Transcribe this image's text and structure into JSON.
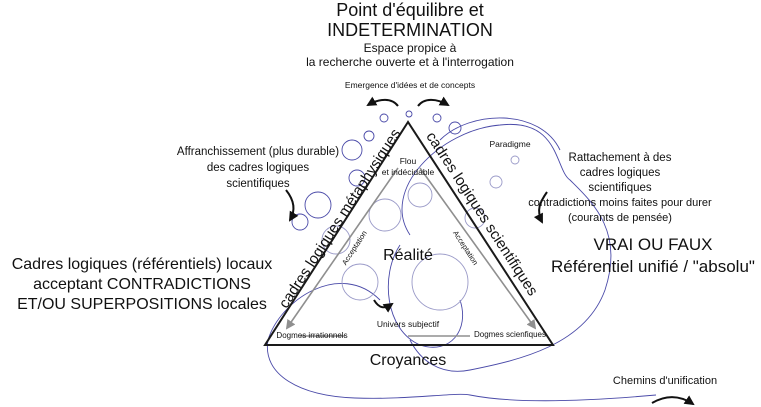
{
  "top_block": {
    "title_line1": "Point d'équilibre et",
    "title_line2": "INDETERMINATION",
    "subtitle_line1": "Espace propice à",
    "subtitle_line2": "la recherche ouverte et à l'interrogation"
  },
  "emergence_label": "Emergence d'idées et de concepts",
  "left_small": {
    "line1": "Affranchissement (plus durable)",
    "line2": "des cadres logiques",
    "line3": "scientifiques"
  },
  "left_big": {
    "line1": "Cadres logiques (référentiels) locaux",
    "line2": "acceptant CONTRADICTIONS",
    "line3": "ET/OU SUPERPOSITIONS locales"
  },
  "right_small": {
    "line1": "Rattachement à des",
    "line2": "cadres logiques",
    "line3": "scientifiques",
    "line4": "contradictions moins faites pour durer",
    "line5": "(courants de pensée)"
  },
  "right_big": {
    "line1": "VRAI OU FAUX",
    "line2": "Référentiel unifié / \"absolu\""
  },
  "triangle": {
    "side_left": "cadres logiques métaphysiques",
    "side_right": "cadres logiques scientifiques",
    "apex_line1": "Flou",
    "apex_line2": "et indécidable",
    "paradigme": "Paradigme",
    "center": "Réalité",
    "accept_left": "Acceptation",
    "accept_right": "Acceptation",
    "univers": "Univers subjectif",
    "dogmes_left": "Dogmes irrationnels",
    "dogmes_right": "Dogmes scienfiques",
    "base": "Croyances"
  },
  "chemins": "Chemins d'unification",
  "colors": {
    "loops": "#4a4aa8",
    "triangle": "#1a1a1a",
    "inner_arrows": "#8f8f8f"
  }
}
